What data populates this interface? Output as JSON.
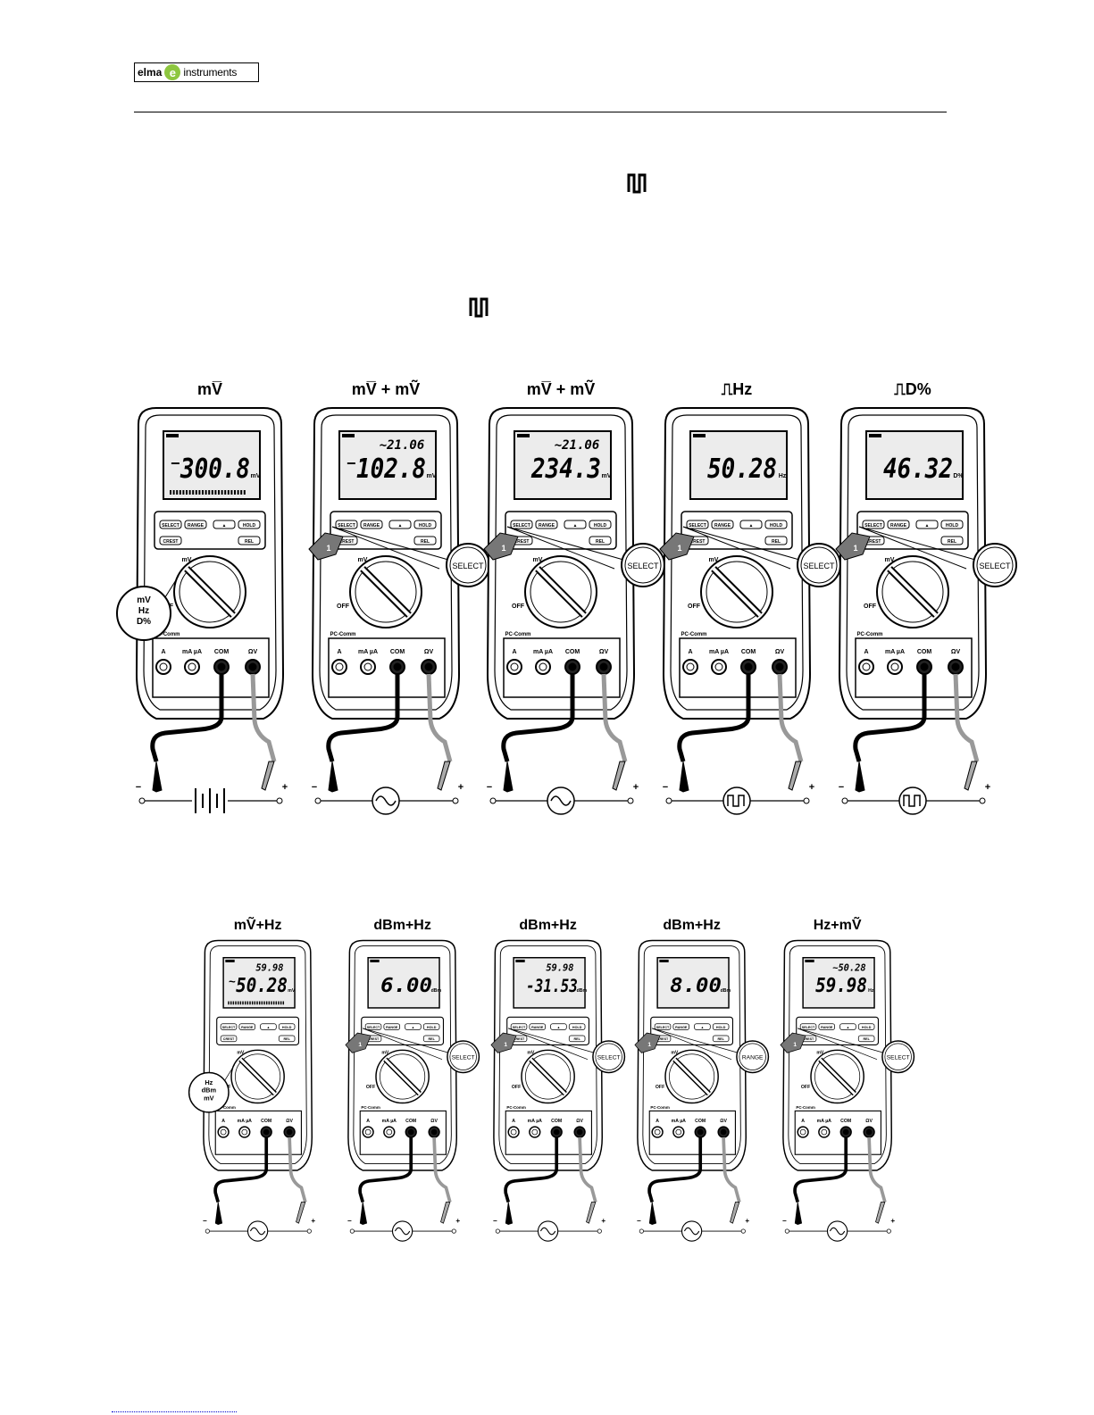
{
  "header": {
    "logo_part1": "elma",
    "logo_part2": "instruments",
    "logo_mark": "e"
  },
  "icons": {
    "pulse_symbol_1": "square-wave-icon",
    "pulse_symbol_2": "square-wave-icon"
  },
  "row1": {
    "labels": [
      "mV̅",
      "mV̅ + mṼ",
      "mV̅ + mṼ",
      "⎍Hz",
      "⎍D%"
    ],
    "meters": [
      {
        "main": "300.8",
        "unit": "mV",
        "sub": "",
        "sign": "−",
        "button": "",
        "dial_note": [
          "mV",
          "Hz",
          "D%"
        ]
      },
      {
        "main": "102.8",
        "unit": "mV",
        "sub": "~21.06",
        "sign": "−",
        "button": "SELECT"
      },
      {
        "main": "234.3",
        "unit": "mV",
        "sub": "~21.06",
        "sign": "",
        "button": "SELECT"
      },
      {
        "main": "50.28",
        "unit": "Hz",
        "sub": "",
        "sign": "",
        "button": "SELECT"
      },
      {
        "main": "46.32",
        "unit": "D%",
        "sub": "",
        "sign": "",
        "button": "SELECT"
      }
    ],
    "sources": [
      "dc",
      "ac",
      "ac",
      "pulse",
      "pulse"
    ]
  },
  "row2": {
    "labels": [
      "mṼ+Hz",
      "dBm+Hz",
      "dBm+Hz",
      "dBm+Hz",
      "Hz+mṼ"
    ],
    "meters": [
      {
        "main": "50.28",
        "unit": "mV",
        "sub": "59.98",
        "sign": "~",
        "button": "",
        "dial_note": [
          "Hz",
          "dBm",
          "mV"
        ]
      },
      {
        "main": "6.00",
        "unit": "dBm",
        "sub": "",
        "sign": "",
        "button": "SELECT"
      },
      {
        "main": "-31.53",
        "unit": "dBm",
        "sub": "59.98",
        "sign": "",
        "button": "SELECT"
      },
      {
        "main": "8.00",
        "unit": "dBm",
        "sub": "",
        "sign": "",
        "button": "RANGE"
      },
      {
        "main": "59.98",
        "unit": "Hz",
        "sub": "~50.28",
        "sign": "",
        "button": "SELECT"
      }
    ],
    "sources": [
      "ac",
      "ac",
      "ac",
      "ac",
      "ac"
    ]
  },
  "common": {
    "finger_number": "1",
    "key_labels": [
      "SELECT",
      "RANGE",
      "▲",
      "HOLD",
      "CREST",
      "REL"
    ],
    "jack_labels": [
      "A",
      "mA µA",
      "COM",
      "ΩV"
    ],
    "pc_comm": "PC-Comm",
    "off_label": "OFF",
    "dial_top": "mV",
    "plus": "+",
    "minus": "−"
  }
}
